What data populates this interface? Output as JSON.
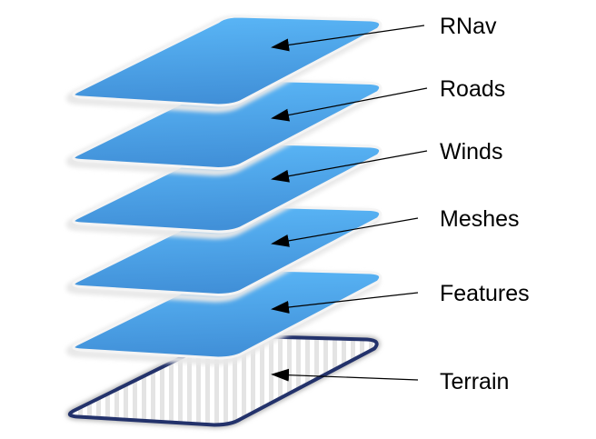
{
  "diagram": {
    "title": "Map layer stack",
    "layers": [
      {
        "label": "RNav",
        "type": "solid"
      },
      {
        "label": "Roads",
        "type": "solid"
      },
      {
        "label": "Winds",
        "type": "solid"
      },
      {
        "label": "Meshes",
        "type": "solid"
      },
      {
        "label": "Features",
        "type": "solid"
      },
      {
        "label": "Terrain",
        "type": "hatched"
      }
    ],
    "colors": {
      "plate_top": "#5bb8f8",
      "plate_bottom": "#3f8ed6",
      "plate_halo": "#e8e8e8",
      "terrain_border": "#23326b",
      "terrain_stripe": "#e2e2e2",
      "arrow": "#000000"
    }
  }
}
